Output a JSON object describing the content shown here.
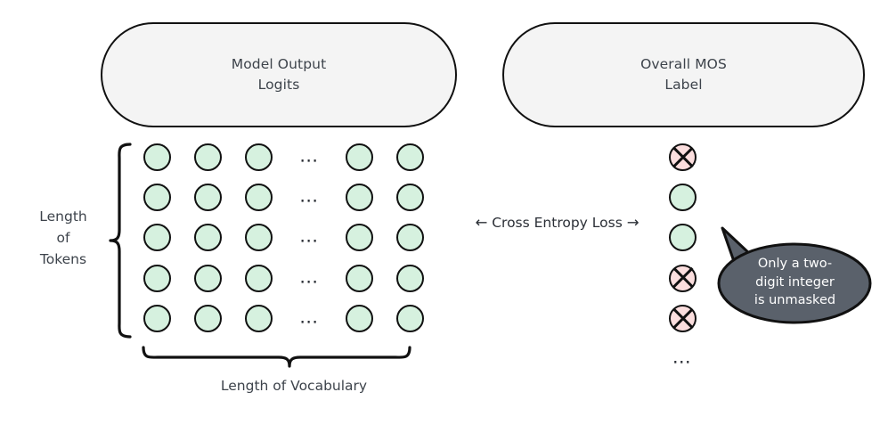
{
  "diagram": {
    "title_nodes": {
      "logits": {
        "line1": "Model Output",
        "line2": "Logits"
      },
      "mos": {
        "line1": "Overall MOS",
        "line2": "Label"
      }
    },
    "labels": {
      "length_of_tokens": "Length\nof\nTokens",
      "length_of_tokens_line1": "Length",
      "length_of_tokens_line2": "of",
      "length_of_tokens_line3": "Tokens",
      "length_of_vocabulary": "Length of Vocabulary",
      "cross_entropy_left_arrow": "←",
      "cross_entropy": "Cross Entropy Loss",
      "cross_entropy_right_arrow": "→",
      "ellipsis": "⋯",
      "column_ellipsis": "⋯"
    },
    "callout": {
      "line1": "Only a two-",
      "line2": "digit integer",
      "line3": "is unmasked",
      "full_text": "Only a two-digit integer is unmasked"
    },
    "grid": {
      "rows": 5,
      "visible_columns": 5,
      "ellipsis_after_column": 3,
      "cells": [
        [
          "green",
          "green",
          "green",
          "ellipsis",
          "green",
          "green"
        ],
        [
          "green",
          "green",
          "green",
          "ellipsis",
          "green",
          "green"
        ],
        [
          "green",
          "green",
          "green",
          "ellipsis",
          "green",
          "green"
        ],
        [
          "green",
          "green",
          "green",
          "ellipsis",
          "green",
          "green"
        ],
        [
          "green",
          "green",
          "green",
          "ellipsis",
          "green",
          "green"
        ]
      ]
    },
    "label_column": {
      "items": [
        "masked",
        "green",
        "green",
        "masked",
        "masked"
      ],
      "trailing_ellipsis": true
    },
    "colors": {
      "node_green_fill": "#d6f1df",
      "node_masked_fill": "#fbdede",
      "stroke": "#111111",
      "pill_fill": "#f4f4f4",
      "callout_fill": "#5a616b",
      "callout_text": "#ffffff",
      "text": "#3d434b",
      "background": "#ffffff"
    }
  }
}
